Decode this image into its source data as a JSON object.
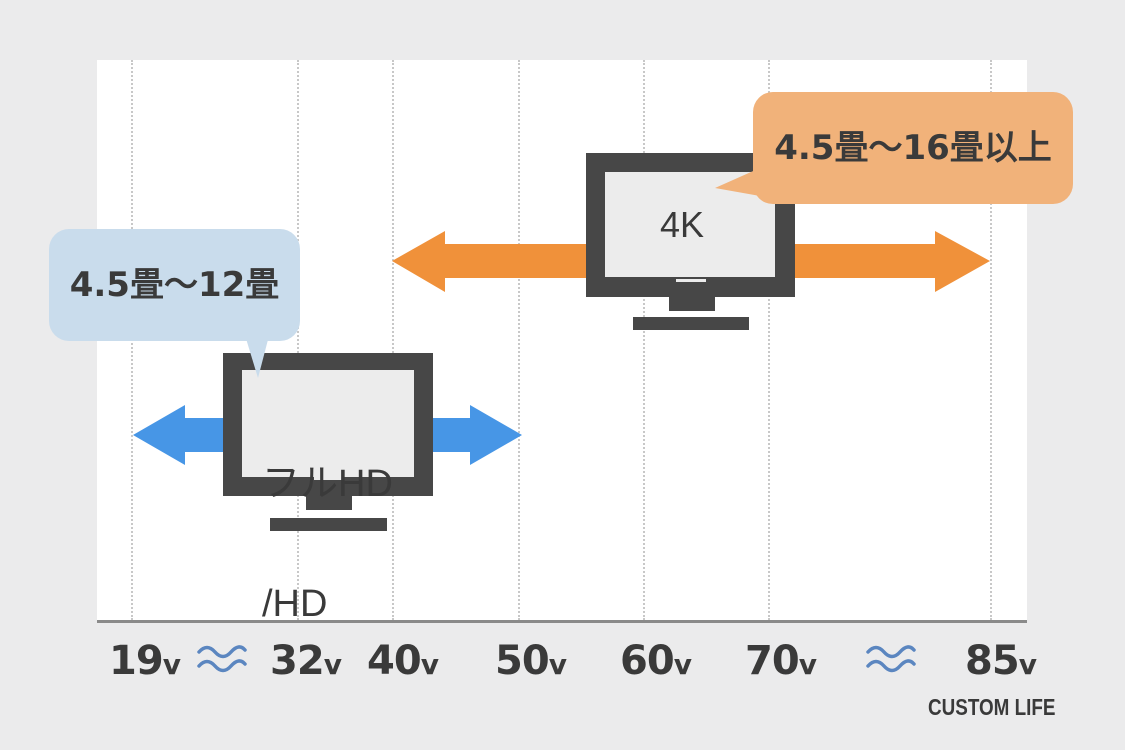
{
  "axis": {
    "ticks": [
      {
        "num": "19",
        "unit": "v"
      },
      {
        "num": "32",
        "unit": "v"
      },
      {
        "num": "40",
        "unit": "v"
      },
      {
        "num": "50",
        "unit": "v"
      },
      {
        "num": "60",
        "unit": "v"
      },
      {
        "num": "70",
        "unit": "v"
      },
      {
        "num": "85",
        "unit": "v"
      }
    ],
    "break_symbol": "≈"
  },
  "ranges": [
    {
      "screen_label_line1": "フルHD",
      "screen_label_line2": "/HD",
      "callout": "4.5畳～12畳",
      "from": "19v",
      "to": "50v",
      "arrow_color": "#4796e6",
      "callout_color": "#c9dcec"
    },
    {
      "screen_label_line1": "4K",
      "callout": "4.5畳～16畳以上",
      "from": "40v",
      "to": "85v",
      "arrow_color": "#f0913a",
      "callout_color": "#f1b27a"
    }
  ],
  "brand": "CUSTOM LIFE",
  "colors": {
    "monitor": "#474747",
    "screen": "#ececec",
    "break_wave": "#5b86c0"
  }
}
